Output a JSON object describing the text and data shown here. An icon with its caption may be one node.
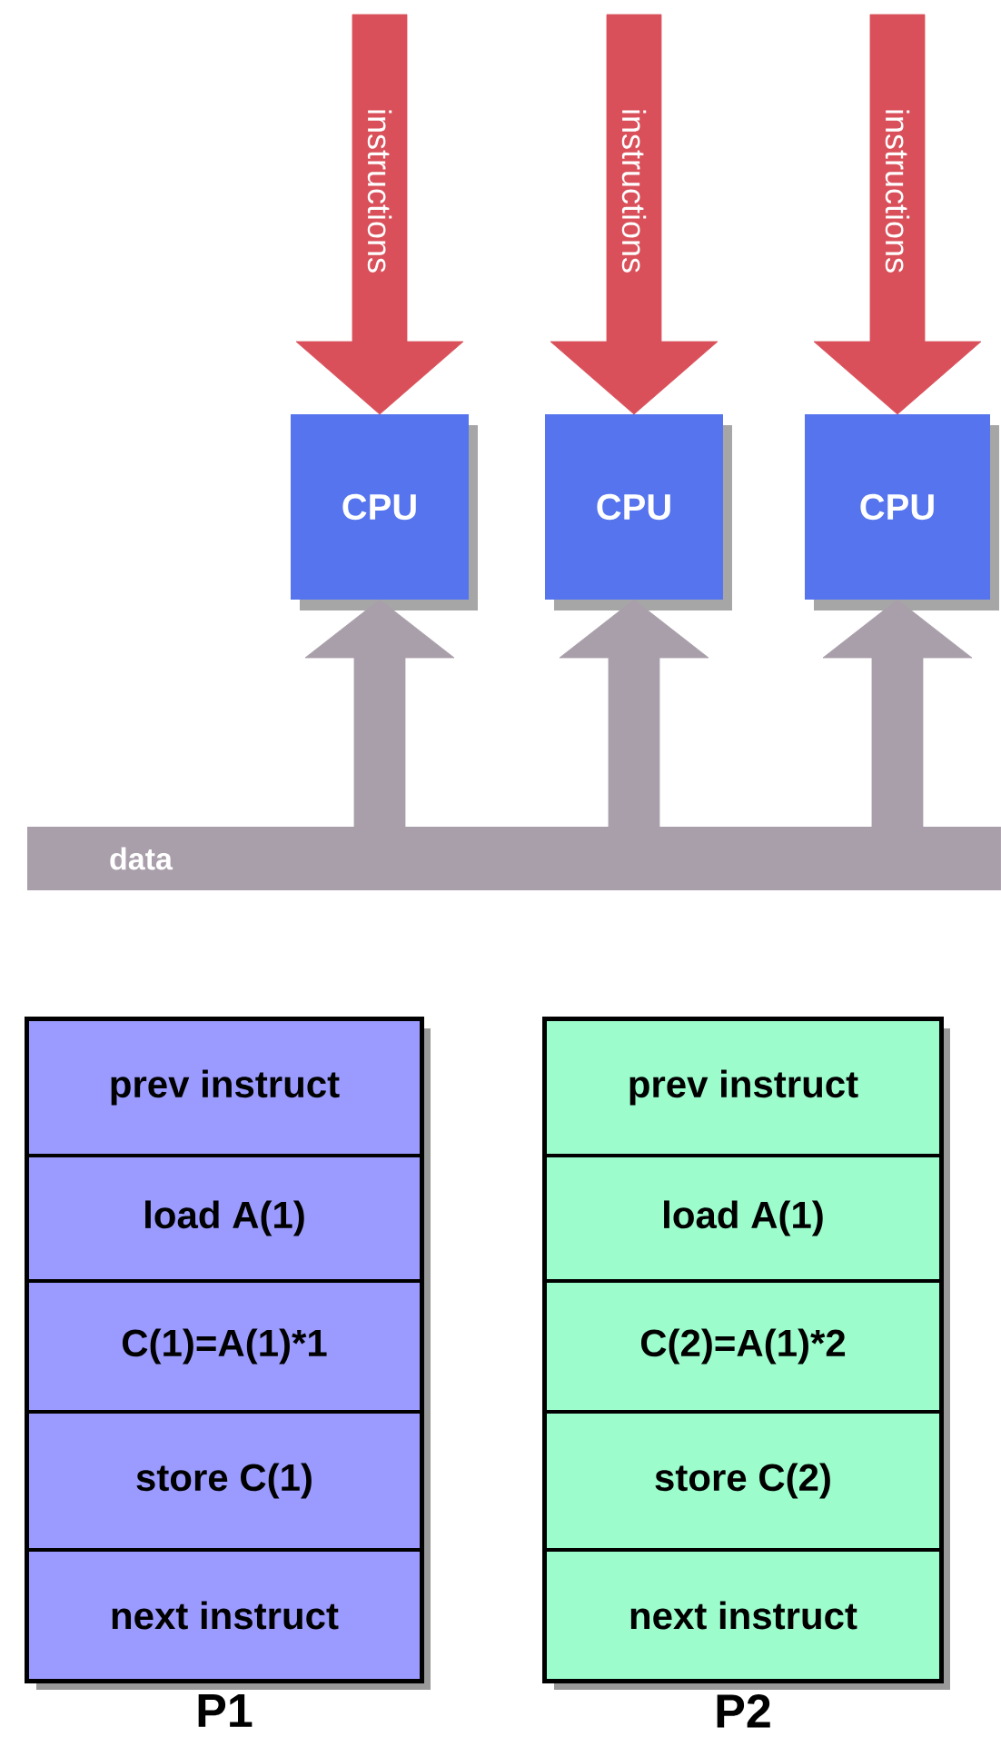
{
  "diagram": {
    "nodes": [
      {
        "text": [
          "CPU"
        ]
      },
      {
        "text": [
          "CPU"
        ]
      },
      {
        "text": [
          "CPU"
        ]
      },
      {
        "text": [
          "data"
        ]
      },
      {
        "text": [],
        "shape": "box",
        "beside": [
          "P1"
        ]
      },
      {
        "text": [
          "prev instruct"
        ],
        "in": 4
      },
      {
        "text": [
          "load A(1)"
        ],
        "in": 4
      },
      {
        "text": [
          "C(1)=A(1)*1"
        ],
        "in": 4
      },
      {
        "text": [
          "store C(1)"
        ],
        "in": 4
      },
      {
        "text": [
          "next instruct"
        ],
        "in": 4
      },
      {
        "text": [],
        "shape": "box",
        "beside": [
          "P2"
        ]
      },
      {
        "text": [
          "prev instruct"
        ],
        "in": 10
      },
      {
        "text": [
          "load A(1)"
        ],
        "in": 10
      },
      {
        "text": [
          "C(2)=A(1)*2"
        ],
        "in": 10
      },
      {
        "text": [
          "store C(2)"
        ],
        "in": 10
      },
      {
        "text": [
          "next instruct"
        ],
        "in": 10
      }
    ],
    "edges": [
      {
        "from": null,
        "to": 0,
        "arrow": "to",
        "label": "instructions",
        "color": "#d9505a"
      },
      {
        "from": null,
        "to": 1,
        "arrow": "to",
        "label": "instructions",
        "color": "#d9505a"
      },
      {
        "from": null,
        "to": 2,
        "arrow": "to",
        "label": "instructions",
        "color": "#d9505a"
      },
      {
        "from": 3,
        "to": 0,
        "arrow": "to",
        "color": "#a99fab"
      },
      {
        "from": 3,
        "to": 1,
        "arrow": "to",
        "color": "#a99fab"
      },
      {
        "from": 3,
        "to": 2,
        "arrow": "to",
        "color": "#a99fab"
      }
    ]
  }
}
